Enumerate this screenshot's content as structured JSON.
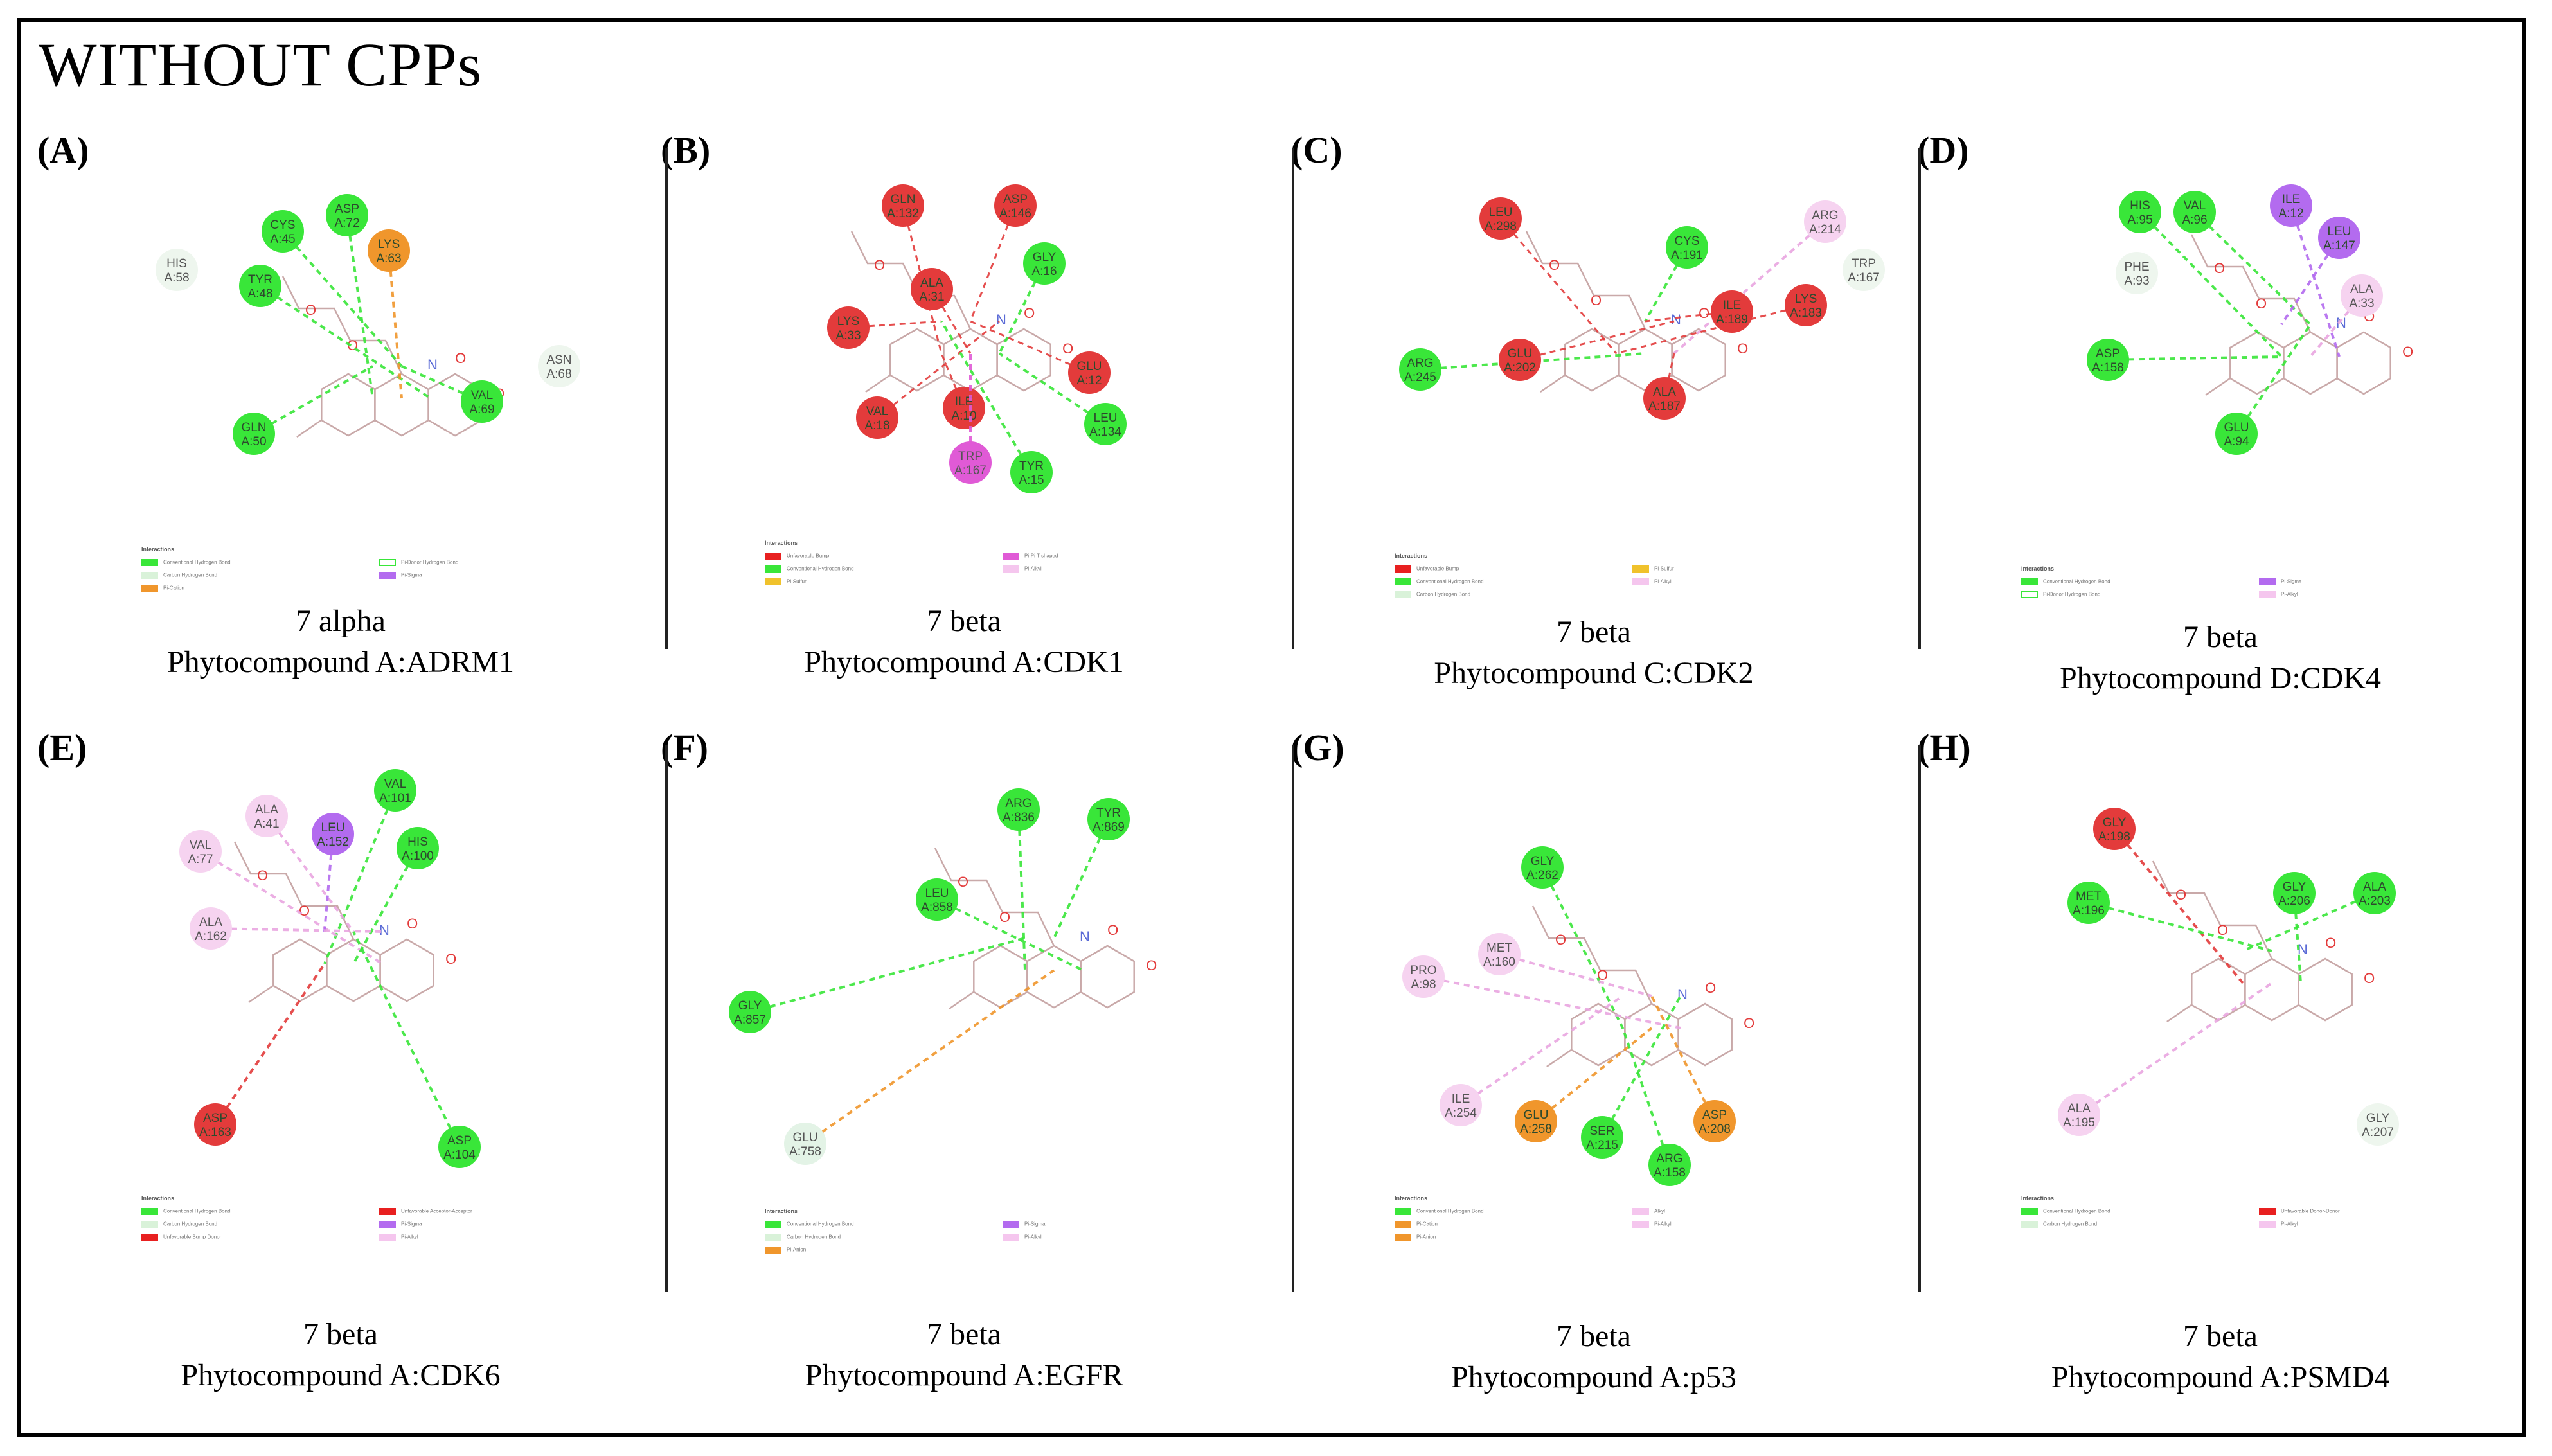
{
  "figure": {
    "title": "WITHOUT CPPs"
  },
  "panels": [
    {
      "label": "(A)",
      "ligand": "7 alpha",
      "complex": "Phytocompound A:ADRM1",
      "residues": [
        {
          "name": "ASP",
          "num": "A:72",
          "type": "hbond"
        },
        {
          "name": "CYS",
          "num": "A:45",
          "type": "hbond"
        },
        {
          "name": "TYR",
          "num": "A:48",
          "type": "hbond"
        },
        {
          "name": "GLN",
          "num": "A:50",
          "type": "hbond"
        },
        {
          "name": "LYS",
          "num": "A:63",
          "type": "cation"
        },
        {
          "name": "HIS",
          "num": "A:58",
          "type": "vdw"
        },
        {
          "name": "ASN",
          "num": "A:68",
          "type": "vdw"
        },
        {
          "name": "VAL",
          "num": "A:69",
          "type": "hbond"
        }
      ],
      "legend": [
        {
          "label": "Conventional Hydrogen Bond",
          "color": "#39e639",
          "style": "fill"
        },
        {
          "label": "Pi-Donor Hydrogen Bond",
          "color": "#39e639",
          "style": "outline"
        },
        {
          "label": "Carbon Hydrogen Bond",
          "color": "#d9f2d9",
          "style": "fill"
        },
        {
          "label": "Pi-Sigma",
          "color": "#b36bef",
          "style": "fill"
        },
        {
          "label": "Pi-Cation",
          "color": "#f0962c",
          "style": "fill"
        }
      ]
    },
    {
      "label": "(B)",
      "ligand": "7 beta",
      "complex": "Phytocompound A:CDK1",
      "residues": [
        {
          "name": "GLN",
          "num": "A:132",
          "type": "bump"
        },
        {
          "name": "ASP",
          "num": "A:146",
          "type": "bump"
        },
        {
          "name": "GLY",
          "num": "A:16",
          "type": "hbond"
        },
        {
          "name": "LYS",
          "num": "A:33",
          "type": "bump"
        },
        {
          "name": "ALA",
          "num": "A:31",
          "type": "bump"
        },
        {
          "name": "VAL",
          "num": "A:18",
          "type": "bump"
        },
        {
          "name": "ILE",
          "num": "A:10",
          "type": "bump"
        },
        {
          "name": "GLU",
          "num": "A:12",
          "type": "bump"
        },
        {
          "name": "LEU",
          "num": "A:134",
          "type": "hbond"
        },
        {
          "name": "TYR",
          "num": "A:15",
          "type": "hbond"
        },
        {
          "name": "TRP",
          "num": "A:167",
          "type": "pipi"
        }
      ],
      "legend": [
        {
          "label": "Unfavorable Bump",
          "color": "#e82020",
          "style": "fill"
        },
        {
          "label": "Pi-Pi T-shaped",
          "color": "#e05ad6",
          "style": "fill"
        },
        {
          "label": "Conventional Hydrogen Bond",
          "color": "#39e639",
          "style": "fill"
        },
        {
          "label": "Pi-Alkyl",
          "color": "#f5c6ee",
          "style": "fill"
        },
        {
          "label": "Pi-Sulfur",
          "color": "#f0c22c",
          "style": "fill"
        }
      ]
    },
    {
      "label": "(C)",
      "ligand": "7 beta",
      "complex": "Phytocompound C:CDK2",
      "residues": [
        {
          "name": "LEU",
          "num": "A:298",
          "type": "bump"
        },
        {
          "name": "CYS",
          "num": "A:191",
          "type": "hbond"
        },
        {
          "name": "ARG",
          "num": "A:214",
          "type": "alkyl"
        },
        {
          "name": "TRP",
          "num": "A:167",
          "type": "vdw"
        },
        {
          "name": "ARG",
          "num": "A:245",
          "type": "hbond"
        },
        {
          "name": "GLU",
          "num": "A:202",
          "type": "bump"
        },
        {
          "name": "LYS",
          "num": "A:183",
          "type": "bump"
        },
        {
          "name": "ILE",
          "num": "A:189",
          "type": "bump"
        },
        {
          "name": "ALA",
          "num": "A:187",
          "type": "bump"
        }
      ],
      "legend": [
        {
          "label": "Unfavorable Bump",
          "color": "#e82020",
          "style": "fill"
        },
        {
          "label": "Pi-Sulfur",
          "color": "#f0c22c",
          "style": "fill"
        },
        {
          "label": "Conventional Hydrogen Bond",
          "color": "#39e639",
          "style": "fill"
        },
        {
          "label": "Pi-Alkyl",
          "color": "#f5c6ee",
          "style": "fill"
        },
        {
          "label": "Carbon Hydrogen Bond",
          "color": "#d9f2d9",
          "style": "fill"
        }
      ]
    },
    {
      "label": "(D)",
      "ligand": "7 beta",
      "complex": "Phytocompound D:CDK4",
      "residues": [
        {
          "name": "HIS",
          "num": "A:95",
          "type": "hbond"
        },
        {
          "name": "VAL",
          "num": "A:96",
          "type": "hbond"
        },
        {
          "name": "ILE",
          "num": "A:12",
          "type": "sigma"
        },
        {
          "name": "LEU",
          "num": "A:147",
          "type": "sigma"
        },
        {
          "name": "ALA",
          "num": "A:33",
          "type": "alkyl"
        },
        {
          "name": "PHE",
          "num": "A:93",
          "type": "vdw"
        },
        {
          "name": "ASP",
          "num": "A:158",
          "type": "hbond"
        },
        {
          "name": "GLU",
          "num": "A:94",
          "type": "hbond"
        }
      ],
      "legend": [
        {
          "label": "Conventional Hydrogen Bond",
          "color": "#39e639",
          "style": "fill"
        },
        {
          "label": "Pi-Sigma",
          "color": "#b36bef",
          "style": "fill"
        },
        {
          "label": "Pi-Donor Hydrogen Bond",
          "color": "#39e639",
          "style": "outline"
        },
        {
          "label": "Pi-Alkyl",
          "color": "#f5c6ee",
          "style": "fill"
        }
      ]
    },
    {
      "label": "(E)",
      "ligand": "7 beta",
      "complex": "Phytocompound A:CDK6",
      "residues": [
        {
          "name": "VAL",
          "num": "A:101",
          "type": "hbond"
        },
        {
          "name": "ALA",
          "num": "A:41",
          "type": "alkyl"
        },
        {
          "name": "VAL",
          "num": "A:77",
          "type": "alkyl"
        },
        {
          "name": "LEU",
          "num": "A:152",
          "type": "sigma"
        },
        {
          "name": "HIS",
          "num": "A:100",
          "type": "hbond"
        },
        {
          "name": "ALA",
          "num": "A:162",
          "type": "alkyl"
        },
        {
          "name": "ASP",
          "num": "A:163",
          "type": "unfav"
        },
        {
          "name": "ASP",
          "num": "A:104",
          "type": "hbond"
        }
      ],
      "legend": [
        {
          "label": "Conventional Hydrogen Bond",
          "color": "#39e639",
          "style": "fill"
        },
        {
          "label": "Unfavorable Acceptor-Acceptor",
          "color": "#e82020",
          "style": "fill"
        },
        {
          "label": "Carbon Hydrogen Bond",
          "color": "#d9f2d9",
          "style": "fill"
        },
        {
          "label": "Pi-Sigma",
          "color": "#b36bef",
          "style": "fill"
        },
        {
          "label": "Unfavorable Bump Donor",
          "color": "#e82020",
          "style": "fill"
        },
        {
          "label": "Pi-Alkyl",
          "color": "#f5c6ee",
          "style": "fill"
        }
      ]
    },
    {
      "label": "(F)",
      "ligand": "7 beta",
      "complex": "Phytocompound A:EGFR",
      "residues": [
        {
          "name": "ARG",
          "num": "A:836",
          "type": "hbond"
        },
        {
          "name": "TYR",
          "num": "A:869",
          "type": "hbond"
        },
        {
          "name": "LEU",
          "num": "A:858",
          "type": "hbond"
        },
        {
          "name": "GLY",
          "num": "A:857",
          "type": "hbond"
        },
        {
          "name": "GLU",
          "num": "A:758",
          "type": "carbon"
        }
      ],
      "legend": [
        {
          "label": "Conventional Hydrogen Bond",
          "color": "#39e639",
          "style": "fill"
        },
        {
          "label": "Pi-Sigma",
          "color": "#b36bef",
          "style": "fill"
        },
        {
          "label": "Carbon Hydrogen Bond",
          "color": "#d9f2d9",
          "style": "fill"
        },
        {
          "label": "Pi-Alkyl",
          "color": "#f5c6ee",
          "style": "fill"
        },
        {
          "label": "Pi-Anion",
          "color": "#f0962c",
          "style": "fill"
        }
      ]
    },
    {
      "label": "(G)",
      "ligand": "7 beta",
      "complex": "Phytocompound A:p53",
      "residues": [
        {
          "name": "GLY",
          "num": "A:262",
          "type": "hbond"
        },
        {
          "name": "MET",
          "num": "A:160",
          "type": "alkyl"
        },
        {
          "name": "PRO",
          "num": "A:98",
          "type": "alkyl"
        },
        {
          "name": "ILE",
          "num": "A:254",
          "type": "alkyl"
        },
        {
          "name": "GLU",
          "num": "A:258",
          "type": "anion"
        },
        {
          "name": "SER",
          "num": "A:215",
          "type": "hbond"
        },
        {
          "name": "ARG",
          "num": "A:158",
          "type": "hbond"
        },
        {
          "name": "ASP",
          "num": "A:208",
          "type": "anion"
        }
      ],
      "legend": [
        {
          "label": "Conventional Hydrogen Bond",
          "color": "#39e639",
          "style": "fill"
        },
        {
          "label": "Alkyl",
          "color": "#f5c6ee",
          "style": "fill"
        },
        {
          "label": "Pi-Cation",
          "color": "#f0962c",
          "style": "fill"
        },
        {
          "label": "Pi-Alkyl",
          "color": "#f5c6ee",
          "style": "fill"
        },
        {
          "label": "Pi-Anion",
          "color": "#f0962c",
          "style": "fill"
        }
      ]
    },
    {
      "label": "(H)",
      "ligand": "7 beta",
      "complex": "Phytocompound A:PSMD4",
      "residues": [
        {
          "name": "GLY",
          "num": "A:198",
          "type": "unfav"
        },
        {
          "name": "MET",
          "num": "A:196",
          "type": "hbond"
        },
        {
          "name": "GLY",
          "num": "A:206",
          "type": "hbond"
        },
        {
          "name": "ALA",
          "num": "A:203",
          "type": "hbond"
        },
        {
          "name": "ALA",
          "num": "A:195",
          "type": "alkyl"
        },
        {
          "name": "GLY",
          "num": "A:207",
          "type": "vdw"
        }
      ],
      "legend": [
        {
          "label": "Conventional Hydrogen Bond",
          "color": "#39e639",
          "style": "fill"
        },
        {
          "label": "Unfavorable Donor-Donor",
          "color": "#e82020",
          "style": "fill"
        },
        {
          "label": "Carbon Hydrogen Bond",
          "color": "#d9f2d9",
          "style": "fill"
        },
        {
          "label": "Pi-Alkyl",
          "color": "#f5c6ee",
          "style": "fill"
        }
      ]
    }
  ],
  "type_colors": {
    "hbond": "#39e639",
    "bump": "#e33b3b",
    "unfav": "#e33b3b",
    "vdw": "#eef6ee",
    "alkyl": "#f6d3f0",
    "sigma": "#b36bef",
    "pipi": "#e05ad6",
    "cation": "#f0962c",
    "anion": "#f0962c",
    "carbon": "#e3f3e6"
  }
}
